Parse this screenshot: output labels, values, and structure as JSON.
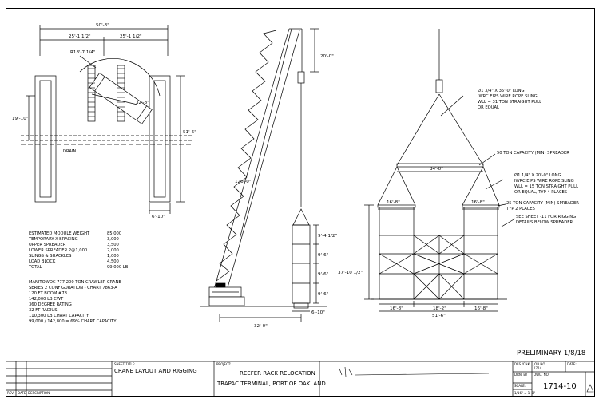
{
  "plan_view": {
    "dims": {
      "overall": "50'-3\"",
      "half": "25'-1 1/2\"",
      "half2": "25'-1 1/2\"",
      "radius": "R18'-7 1/4\"",
      "crane": "32'-8\"",
      "height": "19'-10\"",
      "length": "51'-6\"",
      "gap": "6'-10\""
    },
    "drain_label": "DRAIN"
  },
  "weights": {
    "rows": [
      {
        "label": "ESTIMATED MODULE WEIGHT",
        "value": "85,000"
      },
      {
        "label": "TEMPORARY X-BRACING",
        "value": "3,000"
      },
      {
        "label": "UPPER SPREADER",
        "value": "3,500"
      },
      {
        "label": "LOWER SPREADER 2@1,000",
        "value": "2,000"
      },
      {
        "label": "SLINGS & SHACKLES",
        "value": "1,000"
      },
      {
        "label": "LOAD BLOCK",
        "value": "4,500"
      },
      {
        "label": "TOTAL",
        "value": "99,000 LB"
      }
    ]
  },
  "crane_notes": {
    "lines": [
      "MANITOWOC 777 200 TON CRAWLER CRANE",
      "SERIES 2 CONFIGURATION - CHART 7863-A",
      "120 FT BOOM #78",
      "142,000 LB CWT",
      "360 DEGREE RATING",
      "32 FT RADIUS",
      "110,300 LB CHART CAPACITY",
      "99,000 / 142,800 = 69% CHART CAPACITY"
    ]
  },
  "elevation": {
    "dims": {
      "top": "20'-0\"",
      "boom": "120'-0\"",
      "m1": "9'-4 1/2\"",
      "m2": "9'-6\"",
      "m3": "9'-6\"",
      "m4": "9'-6\"",
      "base": "6'-10\"",
      "radius": "32'-0\""
    }
  },
  "rigging": {
    "notes": {
      "sling1": [
        "Ø1 3/4\" X 35'-0\" LONG",
        "IWRC EIPS WIRE ROPE SLING",
        "WLL = 31 TON STRAIGHT PULL",
        "OR EQUAL"
      ],
      "upper_spreader": [
        "50 TON CAPACITY (MIN) SPREADER"
      ],
      "sling2": [
        "Ø1 1/4\" X 20'-0\" LONG",
        "IWRC EIPS WIRE ROPE SLING",
        "WLL = 15 TON STRAIGHT PULL",
        "OR EQUAL, TYP 4 PLACES"
      ],
      "lower_spreader": [
        "25 TON CAPACITY (MIN) SPREADER",
        "TYP 2 PLACES"
      ],
      "see_sheet": [
        "SEE SHEET -11 FOR RIGGING",
        "DETAILS BELOW SPREADER"
      ]
    },
    "dims": {
      "top_width": "34'-0\"",
      "left_spreader": "16'-8\"",
      "right_spreader": "16'-8\"",
      "height": "37'-10 1/2\"",
      "b1": "16'-8\"",
      "b2": "18'-2\"",
      "b3": "16'-8\"",
      "total": "51'-6\""
    }
  },
  "status": "PRELIMINARY 1/8/18",
  "title_block": {
    "rev": "REV.",
    "date": "DATE",
    "description": "DESCRIPTION",
    "sheet_title_label": "SHEET TITLE:",
    "sheet_title": "CRANE LAYOUT AND RIGGING",
    "project_label": "PROJECT:",
    "project_line1": "REEFER RACK RELOCATION",
    "project_line2": "TRAPAC TERMINAL, PORT OF OAKLAND",
    "des_chk": "DES./CHK.",
    "job_no_label": "JOB NO.",
    "job_no": "1714",
    "date_label": "DATE:",
    "drn_by": "DRN. BY",
    "dwg_no_label": "DWG. NO.",
    "scale_label": "SCALE:",
    "scale": "1/16\" = 1'-0\"",
    "dwg_no": "1714-10"
  }
}
